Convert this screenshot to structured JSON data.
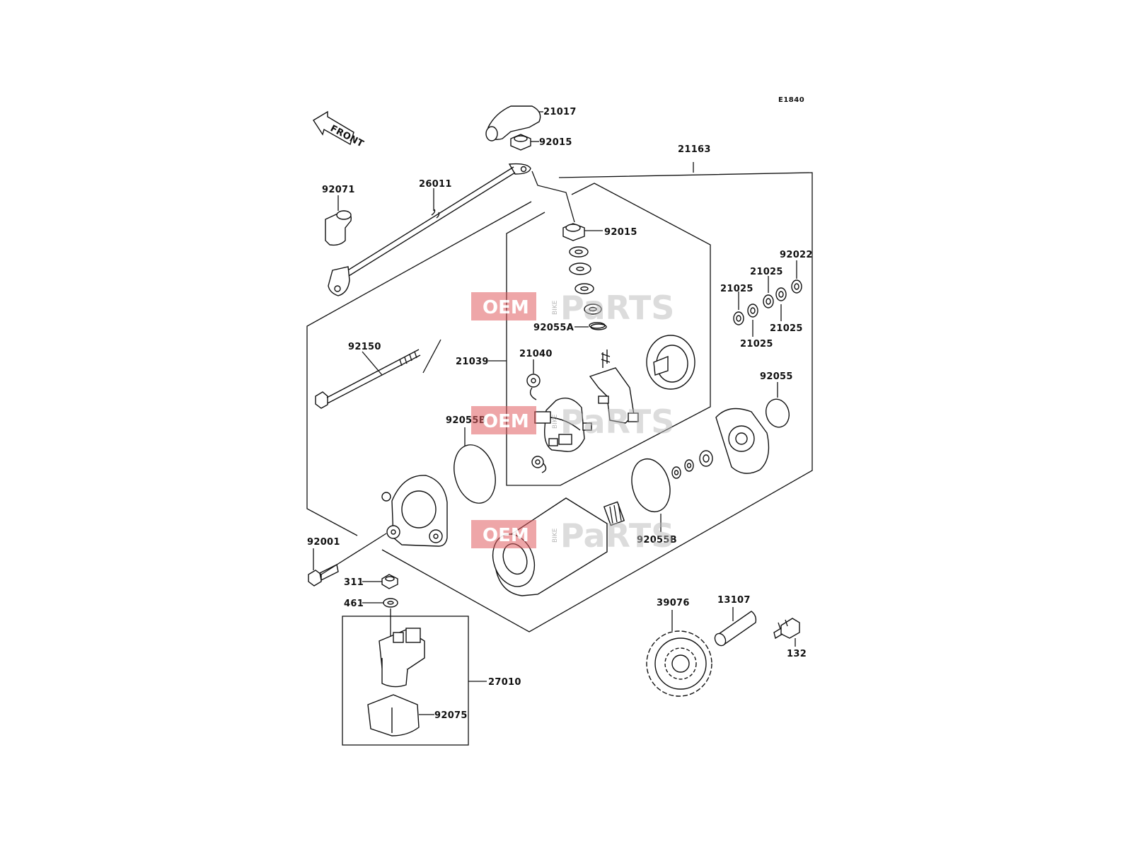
{
  "diagram_code": "E1840",
  "front_label": "FRONT",
  "parts": {
    "p21017": "21017",
    "p92015_top": "92015",
    "p21163": "21163",
    "p92071": "92071",
    "p26011": "26011",
    "p92015_mid": "92015",
    "p92022": "92022",
    "p21025_a": "21025",
    "p21025_b": "21025",
    "p21025_c": "21025",
    "p21025_d": "21025",
    "p92055A": "92055A",
    "p92150": "92150",
    "p21039": "21039",
    "p21040": "21040",
    "p92055": "92055",
    "p92055B_left": "92055B",
    "p92055B_right": "92055B",
    "p92001": "92001",
    "p311": "311",
    "p461": "461",
    "p27010": "27010",
    "p92075": "92075",
    "p39076": "39076",
    "p13107": "13107",
    "p132": "132"
  },
  "watermark": {
    "oem": "OEM",
    "bike": "BIKE",
    "parts": "PaRTS",
    "color": "#e05a5e"
  }
}
